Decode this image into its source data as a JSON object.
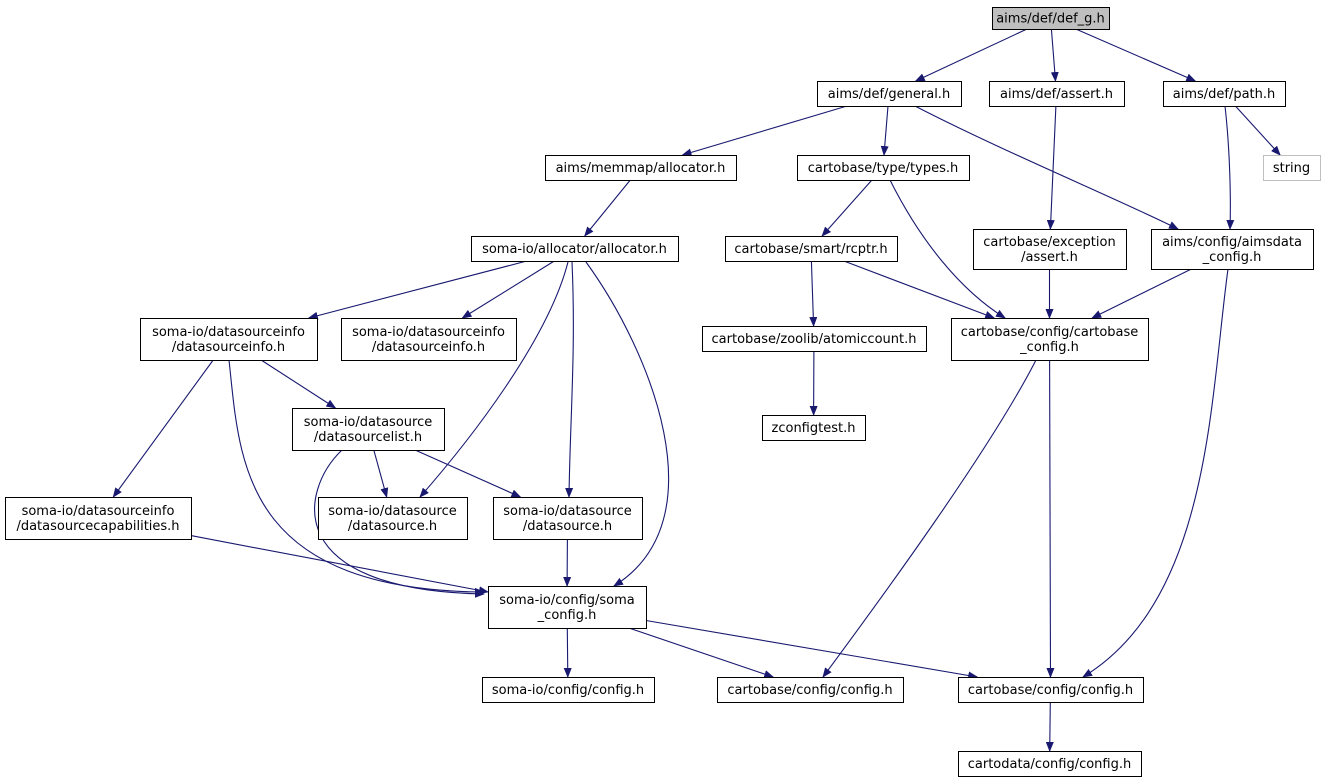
{
  "diagram": {
    "type": "include-dependency-graph",
    "colors": {
      "edge": "#191970",
      "root_fill": "#bfbfbf",
      "external_border": "#bfbfbf",
      "node_border": "#000000"
    },
    "nodes": [
      {
        "id": "def_g",
        "label": [
          "aims/def/def_g.h"
        ],
        "kind": "root"
      },
      {
        "id": "general",
        "label": [
          "aims/def/general.h"
        ]
      },
      {
        "id": "assert_aims",
        "label": [
          "aims/def/assert.h"
        ]
      },
      {
        "id": "path",
        "label": [
          "aims/def/path.h"
        ]
      },
      {
        "id": "string",
        "label": [
          "string"
        ],
        "kind": "external"
      },
      {
        "id": "memalloc",
        "label": [
          "aims/memmap/allocator.h"
        ]
      },
      {
        "id": "types",
        "label": [
          "cartobase/type/types.h"
        ]
      },
      {
        "id": "aimsdata_config",
        "label": [
          "aims/config/aimsdata",
          "_config.h"
        ]
      },
      {
        "id": "somaalloc",
        "label": [
          "soma-io/allocator/allocator.h"
        ]
      },
      {
        "id": "rcptr",
        "label": [
          "cartobase/smart/rcptr.h"
        ]
      },
      {
        "id": "exc_assert",
        "label": [
          "cartobase/exception",
          "/assert.h"
        ]
      },
      {
        "id": "dsi1",
        "label": [
          "soma-io/datasourceinfo",
          "/datasourceinfo.h"
        ]
      },
      {
        "id": "dsi2",
        "label": [
          "soma-io/datasourceinfo",
          "/datasourceinfo.h"
        ]
      },
      {
        "id": "atomic",
        "label": [
          "cartobase/zoolib/atomiccount.h"
        ]
      },
      {
        "id": "cb_config",
        "label": [
          "cartobase/config/cartobase",
          "_config.h"
        ]
      },
      {
        "id": "dslist",
        "label": [
          "soma-io/datasource",
          "/datasourcelist.h"
        ]
      },
      {
        "id": "zconf",
        "label": [
          "zconfigtest.h"
        ]
      },
      {
        "id": "dscap",
        "label": [
          "soma-io/datasourceinfo",
          "/datasourcecapabilities.h"
        ]
      },
      {
        "id": "ds1",
        "label": [
          "soma-io/datasource",
          "/datasource.h"
        ]
      },
      {
        "id": "ds2",
        "label": [
          "soma-io/datasource",
          "/datasource.h"
        ]
      },
      {
        "id": "soma_config",
        "label": [
          "soma-io/config/soma",
          "_config.h"
        ]
      },
      {
        "id": "soma_cfg",
        "label": [
          "soma-io/config/config.h"
        ]
      },
      {
        "id": "cb_cfg1",
        "label": [
          "cartobase/config/config.h"
        ]
      },
      {
        "id": "cb_cfg2",
        "label": [
          "cartobase/config/config.h"
        ]
      },
      {
        "id": "cd_cfg",
        "label": [
          "cartodata/config/config.h"
        ]
      }
    ],
    "edges": [
      [
        "def_g",
        "general"
      ],
      [
        "def_g",
        "assert_aims"
      ],
      [
        "def_g",
        "path"
      ],
      [
        "general",
        "memalloc"
      ],
      [
        "general",
        "types"
      ],
      [
        "general",
        "aimsdata_config"
      ],
      [
        "assert_aims",
        "exc_assert"
      ],
      [
        "path",
        "string"
      ],
      [
        "path",
        "aimsdata_config"
      ],
      [
        "memalloc",
        "somaalloc"
      ],
      [
        "types",
        "rcptr"
      ],
      [
        "types",
        "cb_config"
      ],
      [
        "rcptr",
        "atomic"
      ],
      [
        "rcptr",
        "cb_config"
      ],
      [
        "atomic",
        "zconf"
      ],
      [
        "exc_assert",
        "cb_config"
      ],
      [
        "aimsdata_config",
        "cb_config"
      ],
      [
        "aimsdata_config",
        "cb_cfg2"
      ],
      [
        "somaalloc",
        "dsi1"
      ],
      [
        "somaalloc",
        "dsi2"
      ],
      [
        "somaalloc",
        "ds1"
      ],
      [
        "somaalloc",
        "ds2"
      ],
      [
        "somaalloc",
        "soma_config"
      ],
      [
        "dsi1",
        "dscap"
      ],
      [
        "dsi1",
        "dslist"
      ],
      [
        "dsi1",
        "soma_config"
      ],
      [
        "dslist",
        "ds1"
      ],
      [
        "dslist",
        "ds2"
      ],
      [
        "dslist",
        "soma_config"
      ],
      [
        "dscap",
        "soma_config"
      ],
      [
        "ds2",
        "soma_config"
      ],
      [
        "soma_config",
        "soma_cfg"
      ],
      [
        "soma_config",
        "cb_cfg1"
      ],
      [
        "soma_config",
        "cb_cfg2"
      ],
      [
        "cb_config",
        "cb_cfg1"
      ],
      [
        "cb_config",
        "cb_cfg2"
      ],
      [
        "cb_cfg2",
        "cd_cfg"
      ]
    ]
  }
}
